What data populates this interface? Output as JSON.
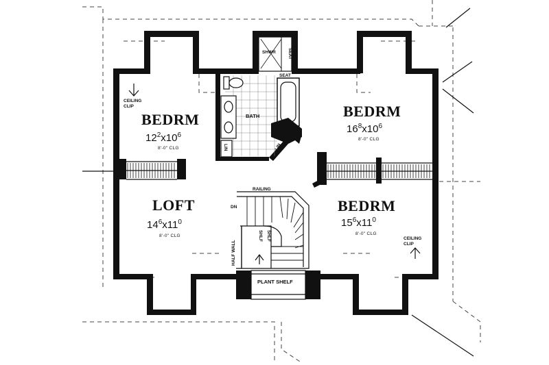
{
  "rooms": {
    "bedroom_left": {
      "name": "BEDRM",
      "w": "12",
      "w_in": "2",
      "d": "10",
      "d_in": "6",
      "ceiling": "8'-0\" CLG"
    },
    "bedroom_right_top": {
      "name": "BEDRM",
      "w": "16",
      "w_in": "8",
      "d": "10",
      "d_in": "6",
      "ceiling": "8'-0\" CLG"
    },
    "loft": {
      "name": "LOFT",
      "w": "14",
      "w_in": "6",
      "d": "11",
      "d_in": "0",
      "ceiling": "8'-0\" CLG"
    },
    "bedroom_right_bottom": {
      "name": "BEDRM",
      "w": "15",
      "w_in": "6",
      "d": "11",
      "d_in": "0",
      "ceiling": "8'-0\" CLG"
    }
  },
  "labels": {
    "shower": "SHWR",
    "seat_top": "SEAT",
    "seat_tub": "SEAT",
    "bath": "BATH",
    "linen_left": "LIN",
    "linen_right": "LIN",
    "ceiling_clip_left_1": "CEILING",
    "ceiling_clip_left_2": "CLIP",
    "ceiling_clip_right_1": "CEILING",
    "ceiling_clip_right_2": "CLIP",
    "railing": "RAILING",
    "down": "DN",
    "shelf_1": "SHLF",
    "shelf_2": "SHLF",
    "half_wall": "HALF WALL",
    "plant_shelf": "PLANT SHELF"
  }
}
